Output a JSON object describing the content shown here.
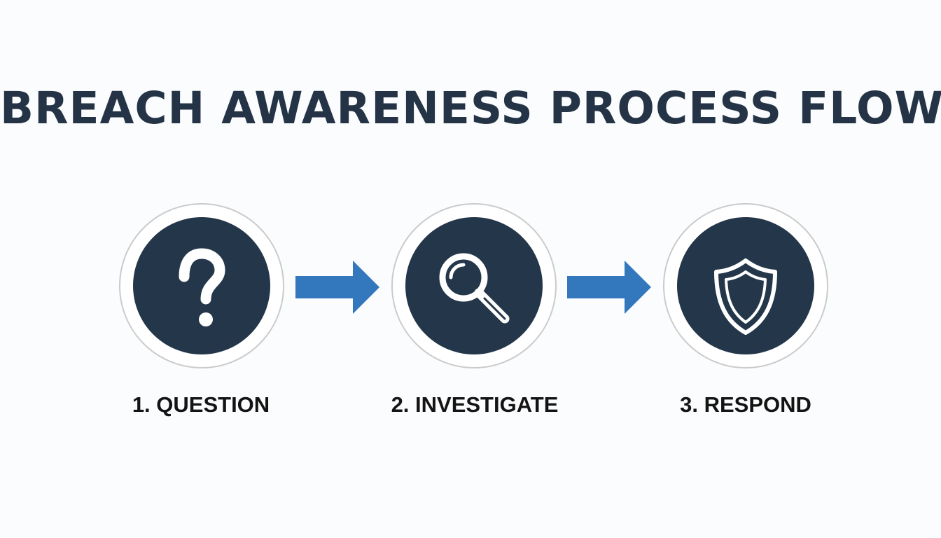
{
  "title": "BREACH AWARENESS PROCESS FLOW",
  "colors": {
    "title": "#243446",
    "circle_fill": "#243649",
    "ring": "#c9cbcd",
    "arrow": "#3377bd",
    "icon": "#ffffff",
    "label": "#141414"
  },
  "steps": [
    {
      "label": "1. QUESTION",
      "icon": "question-mark-icon"
    },
    {
      "label": "2. INVESTIGATE",
      "icon": "magnifying-glass-icon"
    },
    {
      "label": "3. RESPOND",
      "icon": "shield-icon"
    }
  ],
  "connectors": [
    {
      "from": "1. QUESTION",
      "to": "2. INVESTIGATE",
      "icon": "right-arrow-icon"
    },
    {
      "from": "2. INVESTIGATE",
      "to": "3. RESPOND",
      "icon": "right-arrow-icon"
    }
  ]
}
